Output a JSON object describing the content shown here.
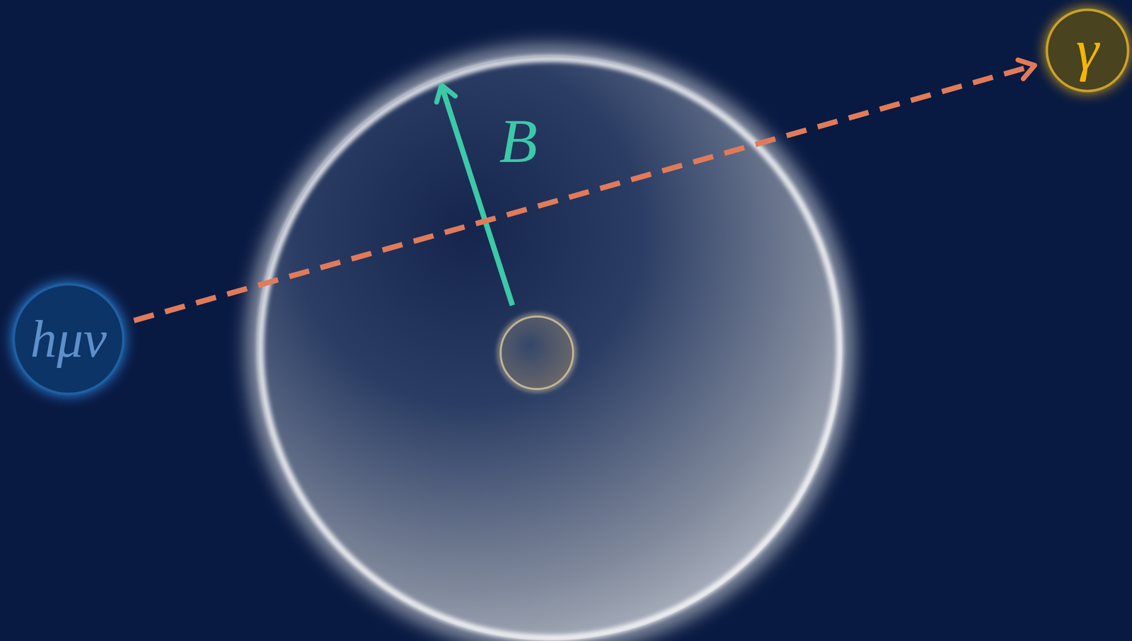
{
  "diagram": {
    "nodes": [
      {
        "text": [
          "hμν"
        ]
      },
      {
        "text": [
          "γ"
        ]
      }
    ],
    "edges": [
      {
        "from": 0,
        "to": 1,
        "arrow": "to"
      }
    ],
    "labels": [
      "B"
    ]
  }
}
